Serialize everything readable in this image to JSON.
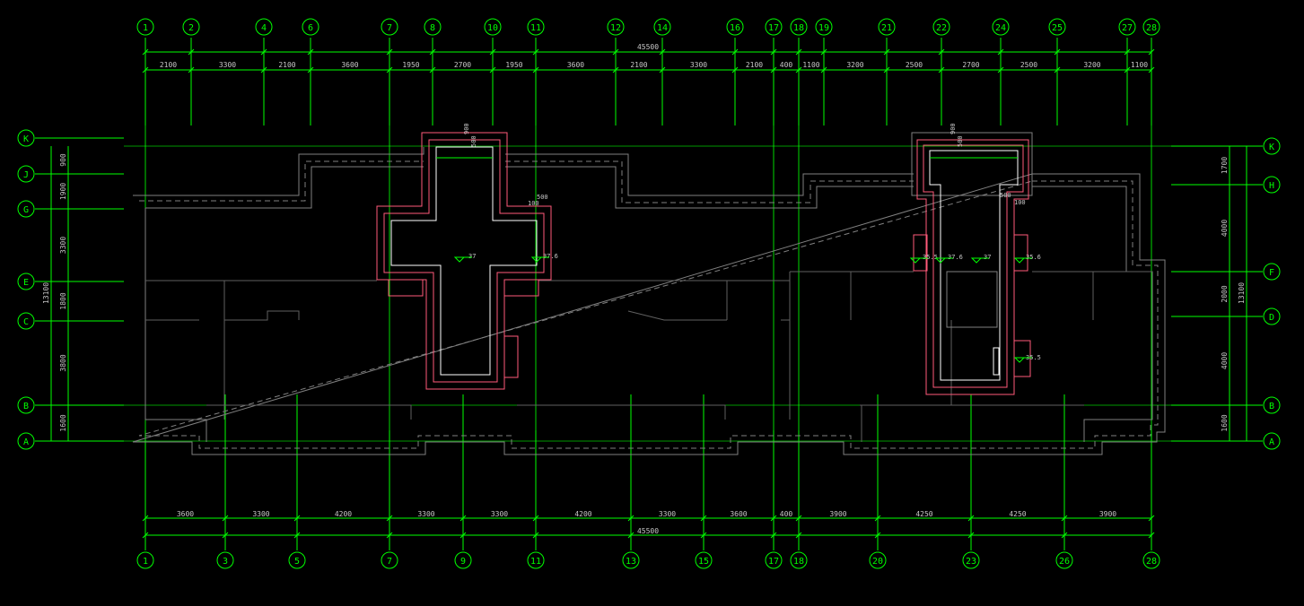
{
  "colors": {
    "background": "#000000",
    "axis_line": "#00ff00",
    "dimension_text": "#c8c8c8",
    "wall": "#808080",
    "core_outline": "#ff5a7a",
    "core_inner": "#ffffff"
  },
  "top_axes": [
    "1",
    "2",
    "4",
    "6",
    "7",
    "8",
    "10",
    "11",
    "12",
    "14",
    "16",
    "17",
    "18",
    "19",
    "21",
    "22",
    "24",
    "25",
    "27",
    "28"
  ],
  "bottom_axes": [
    "1",
    "3",
    "5",
    "7",
    "9",
    "11",
    "13",
    "15",
    "17",
    "18",
    "20",
    "23",
    "26",
    "28"
  ],
  "left_axes": [
    "K",
    "J",
    "G",
    "E",
    "C",
    "B",
    "A"
  ],
  "right_axes": [
    "K",
    "H",
    "F",
    "D",
    "B",
    "A"
  ],
  "top_total": "45500",
  "top_dims": [
    "2100",
    "3300",
    "2100",
    "3600",
    "1950",
    "2700",
    "1950",
    "3600",
    "2100",
    "3300",
    "2100",
    "400",
    "1100",
    "3200",
    "2500",
    "2700",
    "2500",
    "3200",
    "1100"
  ],
  "bottom_total": "45500",
  "bottom_dims": [
    "3600",
    "3300",
    "4200",
    "3300",
    "3300",
    "4200",
    "3300",
    "3600",
    "400",
    "3900",
    "4250",
    "4250",
    "3900"
  ],
  "left_total": "13100",
  "left_dims": [
    "900",
    "1900",
    "3300",
    "1800",
    "3800",
    "1600"
  ],
  "right_total": "13100",
  "right_dims": [
    "1700",
    "4000",
    "2000",
    "4000",
    "1600"
  ],
  "annotations": {
    "core1_top_dim": "500",
    "core1_top_dim2": "900",
    "core1_side_dim": "500",
    "core1_side_dim2": "100",
    "core1_elev_left": "37",
    "core1_elev_right": "37.6",
    "core2_top_dim": "500",
    "core2_top_dim2": "900",
    "core2_side_dim": "500",
    "core2_side_dim2": "100",
    "core2_elev_a": "35.5",
    "core2_elev_b": "37.6",
    "core2_elev_c": "37",
    "core2_elev_d": "35.6",
    "core2_elev_e": "35.5"
  }
}
